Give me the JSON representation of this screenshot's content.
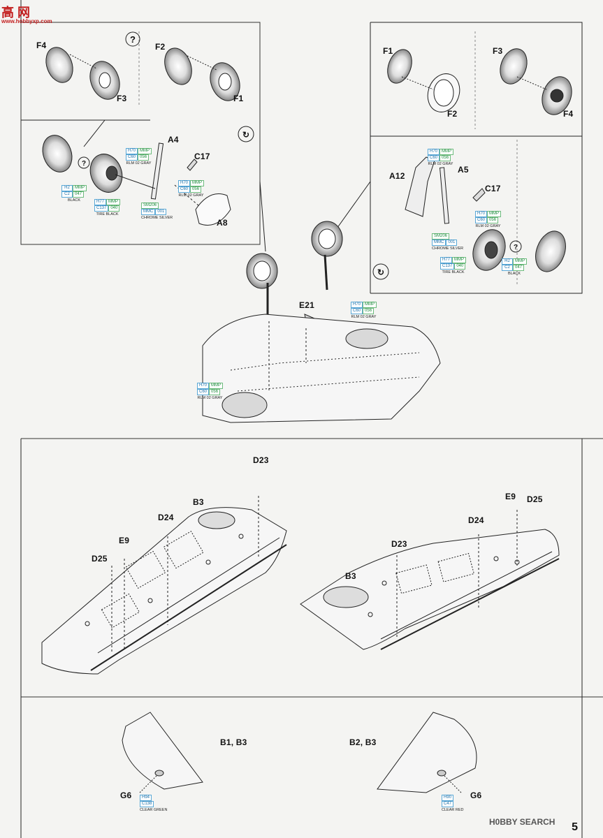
{
  "watermark_top": {
    "site": "高 网",
    "url": "www.hobbyxp.com"
  },
  "watermark_bottom": "H0BBY SEARCH",
  "page_number": "5",
  "question_mark": "?",
  "labels": {
    "f4_a": "F4",
    "f3_a": "F3",
    "f2_a": "F2",
    "f1_a": "F1",
    "f1_b": "F1",
    "f2_b": "F2",
    "f3_b": "F3",
    "f4_b": "F4",
    "a4": "A4",
    "c17_a": "C17",
    "a8": "A8",
    "a12": "A12",
    "a5": "A5",
    "c17_b": "C17",
    "e21": "E21",
    "d23_a": "D23",
    "b3_a": "B3",
    "d24_a": "D24",
    "e9_a": "E9",
    "d25_a": "D25",
    "e9_b": "E9",
    "d25_b": "D25",
    "d24_b": "D24",
    "d23_b": "D23",
    "b3_b": "B3",
    "b1b3": "B1, B3",
    "b2b3": "B2, B3",
    "g6_a": "G6",
    "g6_b": "G6"
  },
  "colors": {
    "rlm02_a": {
      "top": [
        "H70",
        "MMP"
      ],
      "bottom": [
        "C60",
        "056"
      ],
      "name": "RLM 02 GRAY"
    },
    "black_a": {
      "top": [
        "H2",
        "MMP"
      ],
      "bottom": [
        "C2",
        "047"
      ],
      "name": "BLACK"
    },
    "tire_a": {
      "top": [
        "H77",
        "MMP"
      ],
      "bottom": [
        "C137",
        "040"
      ],
      "name": "TIRE BLACK"
    },
    "rlm02_b": {
      "top": [
        "H70",
        "MMP"
      ],
      "bottom": [
        "C60",
        "056"
      ],
      "name": "RLM 02 GRAY"
    },
    "chrome_a": {
      "top": [
        "SM206"
      ],
      "bottom": [
        "MMC",
        "001"
      ],
      "name": "CHROME SILVER"
    },
    "rlm02_c": {
      "top": [
        "H70",
        "MMP"
      ],
      "bottom": [
        "C60",
        "056"
      ],
      "name": "RLM 02 GRAY"
    },
    "rlm02_d": {
      "top": [
        "H70",
        "MMP"
      ],
      "bottom": [
        "C60",
        "056"
      ],
      "name": "RLM 02 GRAY"
    },
    "chrome_b": {
      "top": [
        "SM206"
      ],
      "bottom": [
        "MMC",
        "001"
      ],
      "name": "CHROME SILVER"
    },
    "tire_b": {
      "top": [
        "H77",
        "MMP"
      ],
      "bottom": [
        "C137",
        "040"
      ],
      "name": "TIRE BLACK"
    },
    "black_b": {
      "top": [
        "H2",
        "MMP"
      ],
      "bottom": [
        "C2",
        "047"
      ],
      "name": "BLACK"
    },
    "rlm02_e": {
      "top": [
        "H70",
        "MMP"
      ],
      "bottom": [
        "C60",
        "056"
      ],
      "name": "RLM 02 GRAY"
    },
    "rlm02_f": {
      "top": [
        "H70",
        "MMP"
      ],
      "bottom": [
        "C60",
        "056"
      ],
      "name": "RLM 02 GRAY"
    },
    "green": {
      "top": [
        "H94"
      ],
      "bottom": [
        "C138"
      ],
      "name": "CLEAR GREEN"
    },
    "red": {
      "top": [
        "H90"
      ],
      "bottom": [
        "C47"
      ],
      "name": "CLEAR RED"
    }
  }
}
